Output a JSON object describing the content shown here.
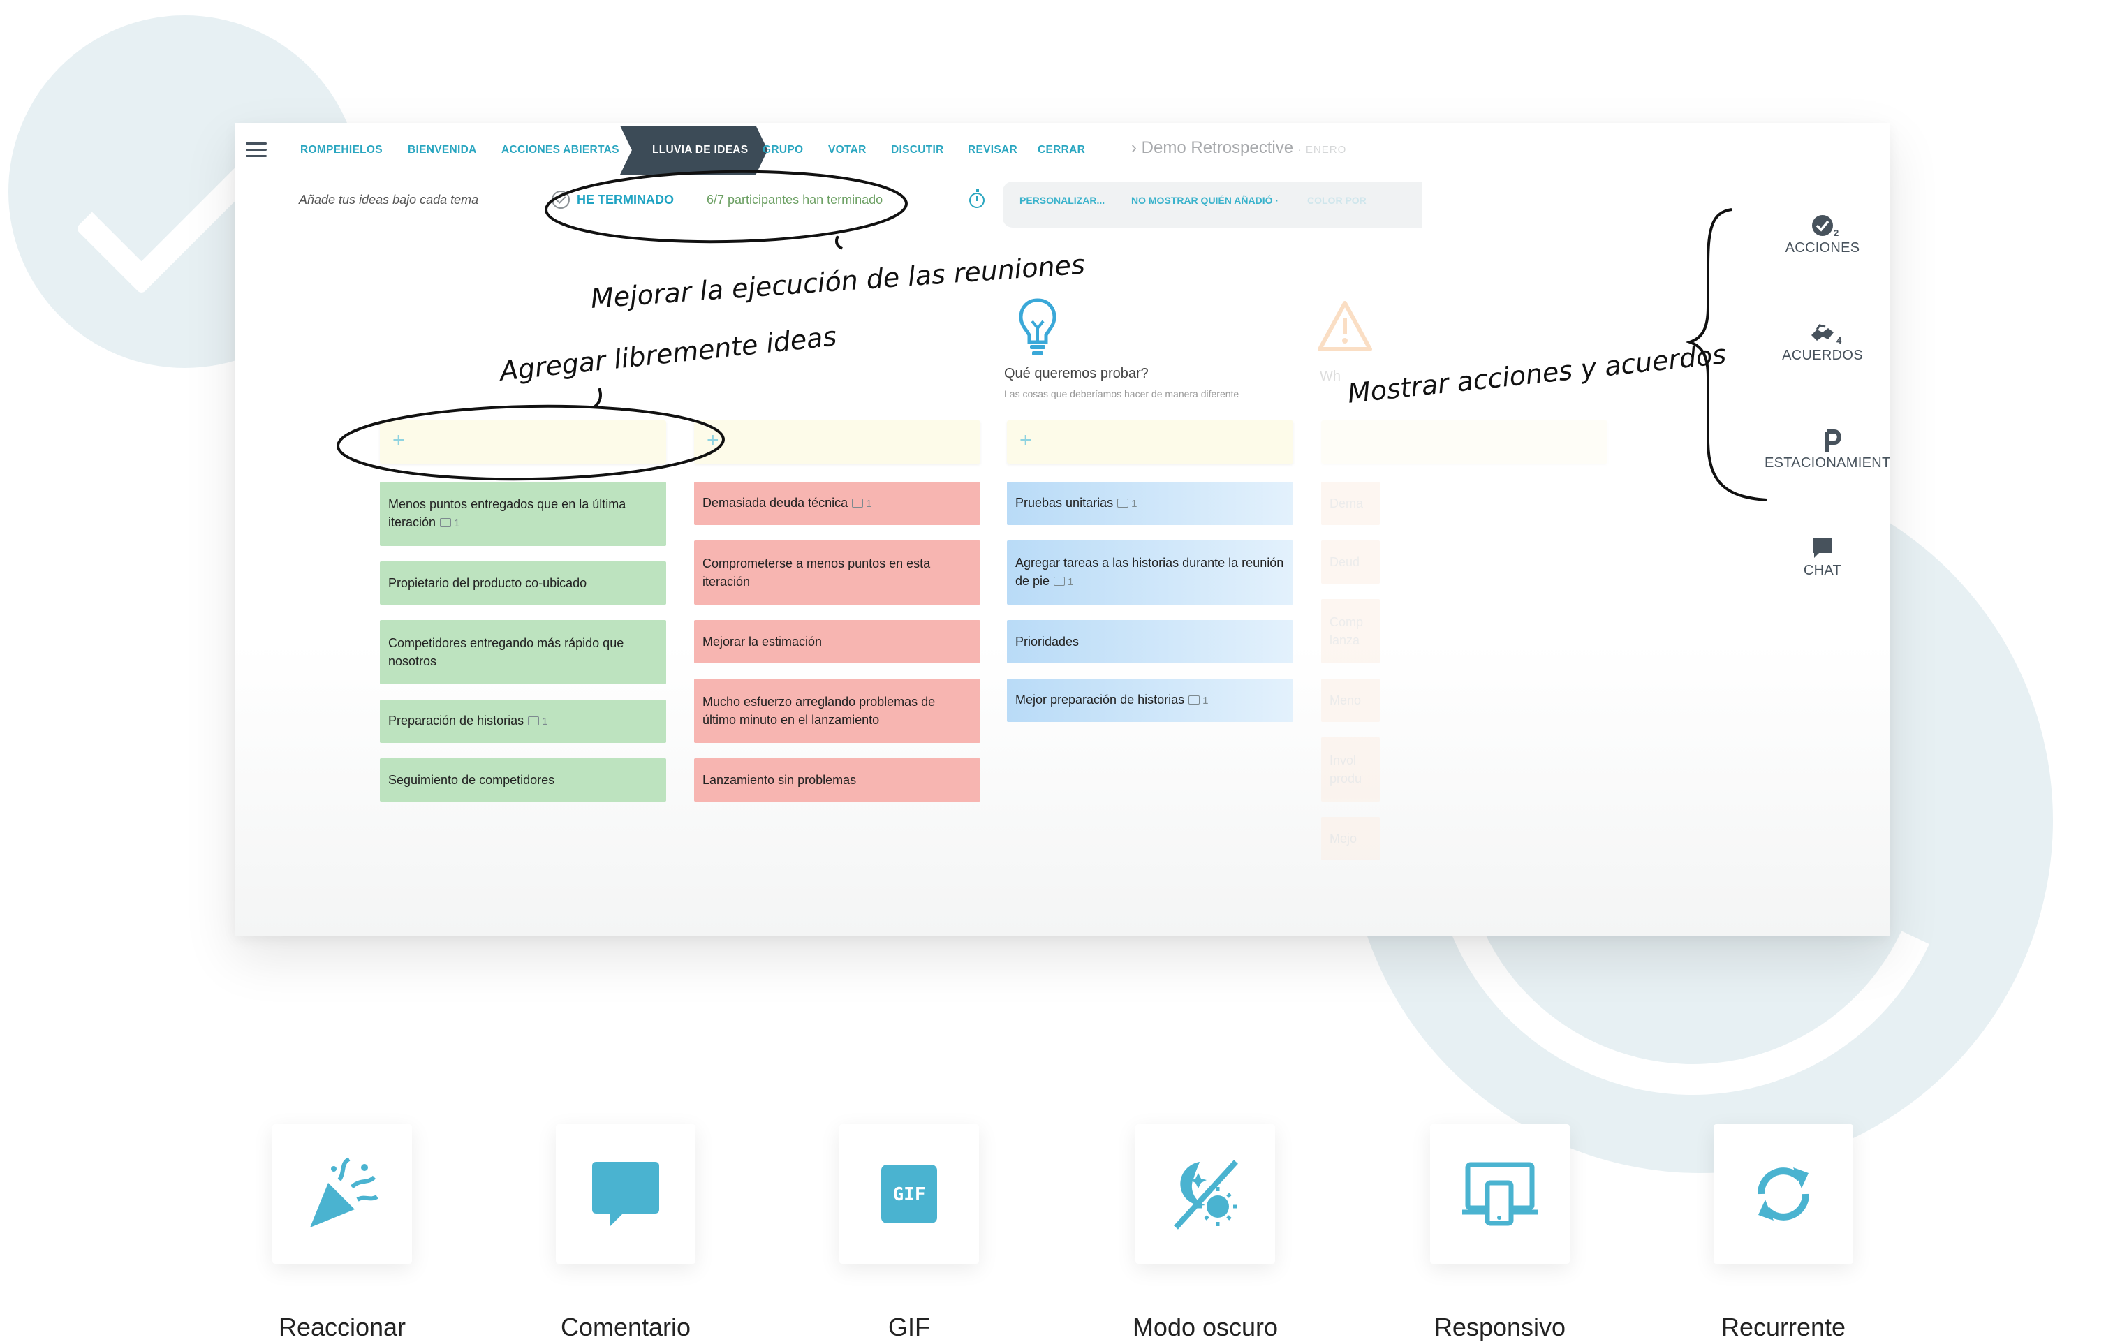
{
  "nav": {
    "steps": [
      "ROMPEHIELOS",
      "BIENVENIDA",
      "ACCIONES ABIERTAS",
      "LLUVIA DE IDEAS",
      "GRUPO",
      "VOTAR",
      "DISCUTIR",
      "REVISAR",
      "CERRAR"
    ],
    "active_step": "LLUVIA DE IDEAS",
    "breadcrumb_arrow": "›",
    "breadcrumb_title": "Demo Retrospective",
    "breadcrumb_sub": "· ENERO"
  },
  "subbar": {
    "hint": "Añade tus ideas bajo cada tema",
    "done_label": "HE TERMINADO",
    "participants": "6/7 participantes han terminado",
    "options": [
      "PERSONALIZAR...",
      "NO MOSTRAR QUIÉN AÑADIÓ ·",
      "COLOR POR"
    ]
  },
  "columns": {
    "third_title": "Qué queremos probar?",
    "third_subtitle": "Las cosas que deberíamos hacer de manera diferente",
    "fourth_title_partial": "Wh",
    "add_symbol": "+"
  },
  "cards": {
    "green": [
      {
        "text": "Menos puntos entregados que en la última iteración",
        "comments": "1"
      },
      {
        "text": "Propietario del producto co-ubicado",
        "comments": ""
      },
      {
        "text": "Competidores entregando más rápido que nosotros",
        "comments": ""
      },
      {
        "text": "Preparación de historias",
        "comments": "1"
      },
      {
        "text": "Seguimiento de competidores",
        "comments": ""
      }
    ],
    "red": [
      {
        "text": "Demasiada deuda técnica",
        "comments": "1"
      },
      {
        "text": "Comprometerse a menos puntos en esta iteración",
        "comments": ""
      },
      {
        "text": "Mejorar la estimación",
        "comments": ""
      },
      {
        "text": "Mucho esfuerzo arreglando problemas de último minuto en el lanzamiento",
        "comments": ""
      },
      {
        "text": "Lanzamiento sin problemas",
        "comments": ""
      }
    ],
    "blue": [
      {
        "text": "Pruebas unitarias",
        "comments": "1"
      },
      {
        "text": "Agregar tareas a las historias durante la reunión de pie",
        "comments": "1"
      },
      {
        "text": "Prioridades",
        "comments": ""
      },
      {
        "text": "Mejor preparación de historias",
        "comments": "1"
      }
    ],
    "ghost": [
      "Dema",
      "Deud",
      "Comp lanza",
      "Meno",
      "Invol produ",
      "Mejo"
    ]
  },
  "sidebar": {
    "items": [
      {
        "label": "ACCIONES",
        "count": "2",
        "icon": "check-circle-icon"
      },
      {
        "label": "ACUERDOS",
        "count": "4",
        "icon": "handshake-icon"
      },
      {
        "label": "ESTACIONAMIENTO",
        "count": "",
        "icon": "parking-icon"
      },
      {
        "label": "CHAT",
        "count": "",
        "icon": "chat-icon"
      }
    ]
  },
  "annotations": {
    "meeting": "Mejorar la ejecución de las reuniones",
    "ideas": "Agregar libremente ideas",
    "actions": "Mostrar acciones y acuerdos"
  },
  "features": [
    {
      "label": "Reaccionar",
      "icon": "party-popper-icon"
    },
    {
      "label": "Comentario",
      "icon": "comment-icon"
    },
    {
      "label": "GIF",
      "icon": "gif-icon",
      "icon_text": "GIF"
    },
    {
      "label": "Modo oscuro",
      "icon": "dark-mode-icon"
    },
    {
      "label": "Responsivo",
      "icon": "responsive-devices-icon"
    },
    {
      "label": "Recurrente",
      "icon": "recurring-icon"
    }
  ],
  "colors": {
    "accent": "#2aa6c0",
    "icon_blue": "#4ab3d0",
    "nav_active": "#3c4b57",
    "green_card": "#bde3bf",
    "red_card": "#f7b5b1",
    "blue_card": "#b9dbf7",
    "background_shape": "#e7f0f3"
  }
}
